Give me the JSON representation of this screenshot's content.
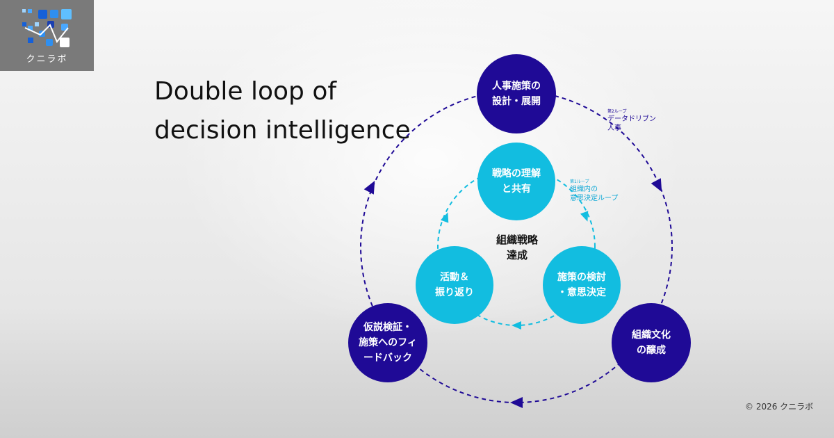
{
  "logo": {
    "text": "クニラボ"
  },
  "title": {
    "line1": "Double loop of",
    "line2": "decision intelligence"
  },
  "outer_loop": {
    "label_small": "第2ループ",
    "label_big": "データドリブン\n人事",
    "nodes": [
      {
        "text": "人事施策の\n設計・展開"
      },
      {
        "text": "組織文化\nの醸成"
      },
      {
        "text": "仮説検証・\n施策へのフィ\nードバック"
      }
    ]
  },
  "inner_loop": {
    "label_small": "第1ループ",
    "label_big": "組織内の\n意思決定ループ",
    "nodes": [
      {
        "text": "戦略の理解\nと共有"
      },
      {
        "text": "施策の検討\n・意思決定"
      },
      {
        "text": "活動＆\n振り返り"
      }
    ]
  },
  "center": {
    "text": "組織戦略\n達成"
  },
  "copyright": "© 2026 クニラボ",
  "colors": {
    "outer": "#1f0a96",
    "inner": "#12bde0",
    "logo_bg": "#7a7a7a"
  }
}
